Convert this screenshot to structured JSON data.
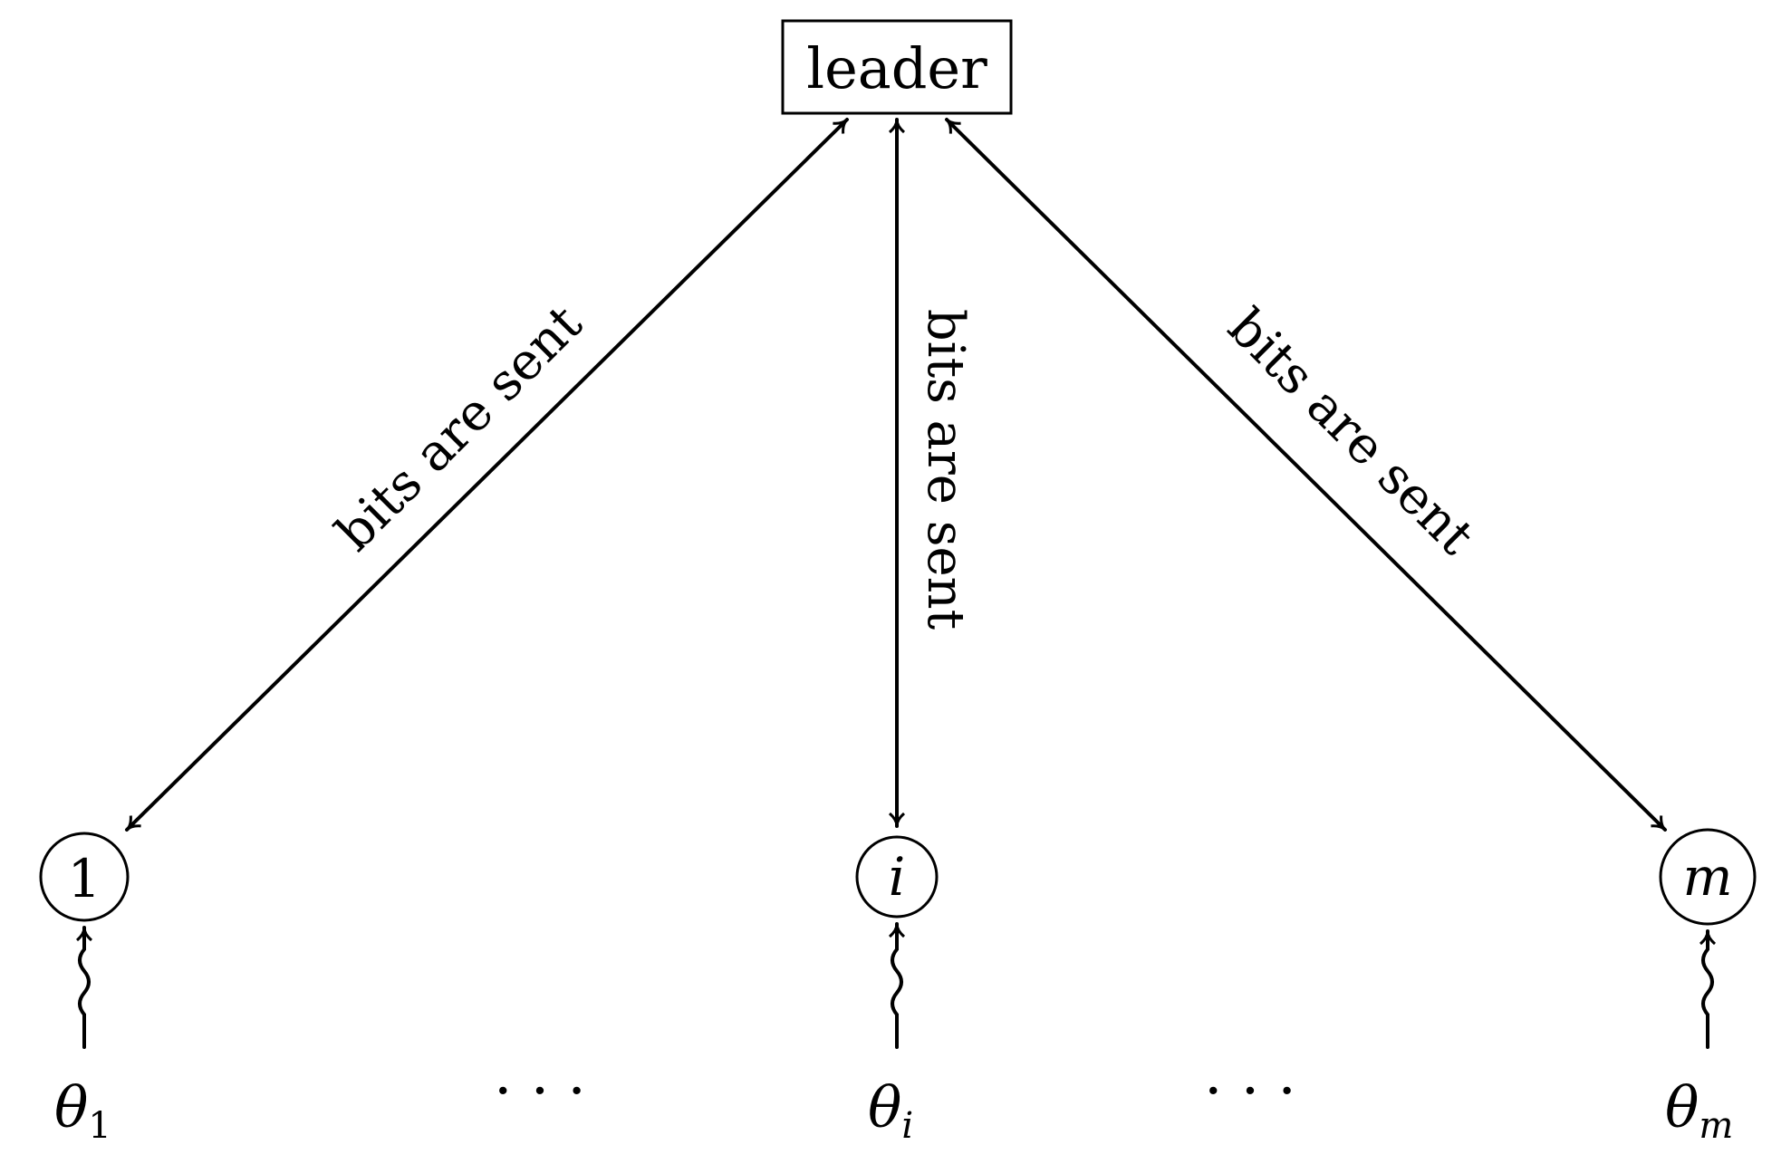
{
  "leader": {
    "label": "leader"
  },
  "edge_label": "bits are sent",
  "nodes": [
    {
      "label": "1",
      "italic": false
    },
    {
      "label": "i",
      "italic": true
    },
    {
      "label": "m",
      "italic": true
    }
  ],
  "inputs": [
    {
      "base": "θ",
      "sub": "1"
    },
    {
      "base": "θ",
      "sub": "i"
    },
    {
      "base": "θ",
      "sub": "m"
    }
  ],
  "ellipsis": "· · ·"
}
